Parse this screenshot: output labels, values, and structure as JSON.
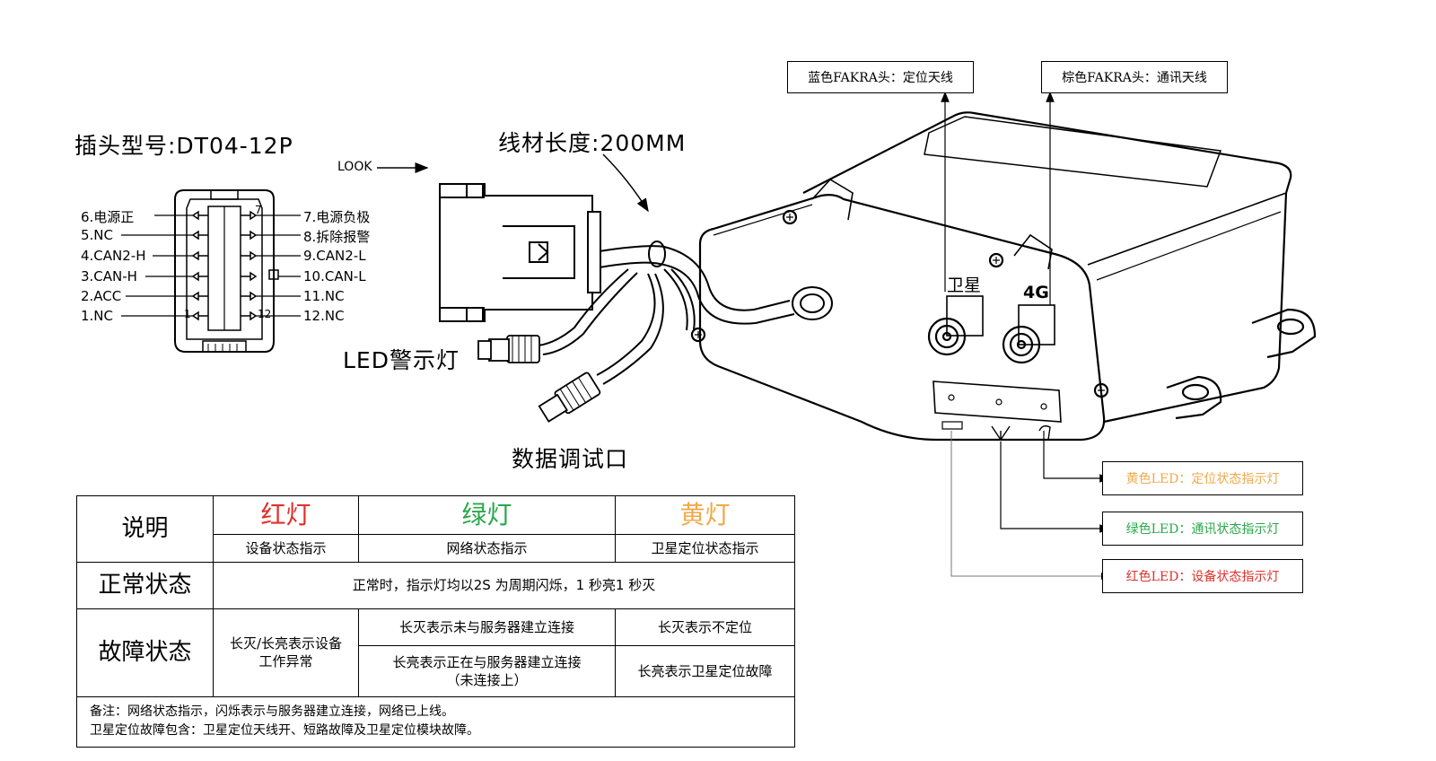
{
  "callouts": {
    "gps_antenna": "蓝色FAKRA头：定位天线",
    "comm_antenna": "棕色FAKRA头：通讯天线",
    "yellow_led": "黄色LED：定位状态指示灯",
    "green_led": "绿色LED：通讯状态指示灯",
    "red_led": "红色LED：设备状态指示灯"
  },
  "connector": {
    "model": "插头型号:DT04-12P",
    "look": "LOOK",
    "cable_length": "线材长度:200MM",
    "led_lamp": "LED警示灯",
    "debug_port": "数据调试口",
    "pins_left": [
      "6.电源正",
      "5.NC",
      "4.CAN2-H",
      "3.CAN-H",
      "2.ACC",
      "1.NC"
    ],
    "pins_right": [
      "7.电源负极",
      "8.拆除报警",
      "9.CAN2-L",
      "10.CAN-L",
      "11.NC",
      "12.NC"
    ],
    "pin_num_top": "7",
    "pin_num_left": "1",
    "pin_num_right": "12"
  },
  "device": {
    "port_sat": "卫星",
    "port_4g": "4G"
  },
  "legend": {
    "explain": "说明",
    "red": "红灯",
    "green": "绿灯",
    "yellow": "黄灯",
    "red_desc": "设备状态指示",
    "green_desc": "网络状态指示",
    "yellow_desc": "卫星定位状态指示",
    "normal": "正常状态",
    "normal_desc": "正常时，指示灯均以2S 为周期闪烁，1 秒亮1 秒灭",
    "fault": "故障状态",
    "fault_red": "长灭/长亮表示设备工作异常",
    "fault_green_1": "长灭表示未与服务器建立连接",
    "fault_green_2": "长亮表示正在与服务器建立连接（未连接上）",
    "fault_yellow_1": "长灭表示不定位",
    "fault_yellow_2": "长亮表示卫星定位故障",
    "note_1": "备注：网络状态指示，闪烁表示与服务器建立连接，网络已上线。",
    "note_2": "卫星定位故障包含：卫星定位天线开、短路故障及卫星定位模块故障。"
  },
  "colors": {
    "red": "#e0302a",
    "green": "#2aa84a",
    "yellow": "#f0a94a"
  }
}
